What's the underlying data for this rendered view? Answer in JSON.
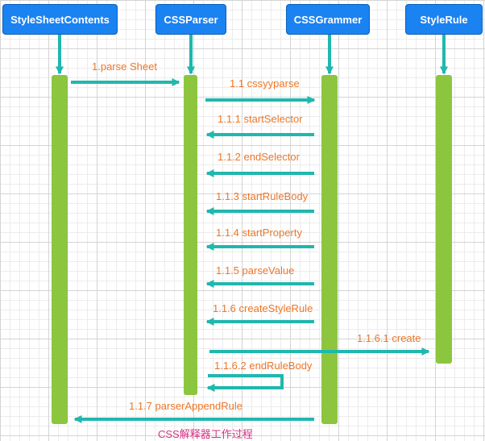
{
  "colors": {
    "box": "#1b82f2",
    "activation": "#8cc63f",
    "arrow": "#20b7ae",
    "label": "#ee7728",
    "caption": "#d63384"
  },
  "participants": [
    {
      "label": "StyleSheetContents"
    },
    {
      "label": "CSSParser"
    },
    {
      "label": "CSSGrammer"
    },
    {
      "label": "StyleRule"
    }
  ],
  "messages": [
    {
      "label": "1.parse Sheet",
      "from": 0,
      "to": 1
    },
    {
      "label": "1.1 cssyyparse",
      "from": 1,
      "to": 2
    },
    {
      "label": "1.1.1 startSelector",
      "from": 2,
      "to": 1
    },
    {
      "label": "1.1.2 endSelector",
      "from": 2,
      "to": 1
    },
    {
      "label": "1.1.3 startRuleBody",
      "from": 2,
      "to": 1
    },
    {
      "label": "1.1.4 startProperty",
      "from": 2,
      "to": 1
    },
    {
      "label": "1.1.5 parseValue",
      "from": 2,
      "to": 1
    },
    {
      "label": "1.1.6 createStyleRule",
      "from": 2,
      "to": 1
    },
    {
      "label": "1.1.6.1 create",
      "from": 1,
      "to": 3
    },
    {
      "label": "1.1.6.2 endRuleBody",
      "from": 1,
      "to": 1
    },
    {
      "label": "1.1.7 parserAppendRule",
      "from": 2,
      "to": 0
    }
  ],
  "caption": "CSS解释器工作过程"
}
